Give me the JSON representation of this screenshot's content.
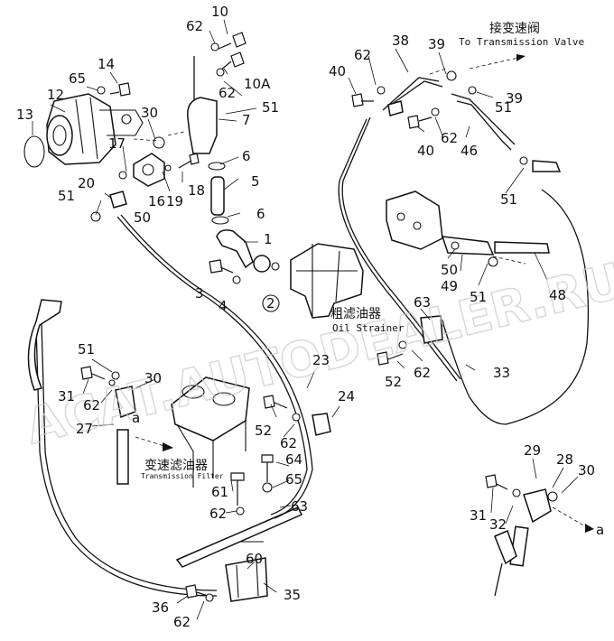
{
  "captions": {
    "to_valve_cn": "接变速阀",
    "to_valve_en": "To Transmission Valve",
    "strainer_cn": "粗滤油器",
    "strainer_en": "Oil Strainer",
    "filter_cn": "变速滤油器",
    "filter_en": "Transmission Filter"
  },
  "watermark": "ACAT.AUTODEALER.RU",
  "marker_a": "a",
  "marker_2": "2",
  "callouts": [
    {
      "id": "c10",
      "text": "10"
    },
    {
      "id": "c62a",
      "text": "62"
    },
    {
      "id": "c10a",
      "text": "10A"
    },
    {
      "id": "c62b",
      "text": "62"
    },
    {
      "id": "c14",
      "text": "14"
    },
    {
      "id": "c65a",
      "text": "65"
    },
    {
      "id": "c12",
      "text": "12"
    },
    {
      "id": "c13",
      "text": "13"
    },
    {
      "id": "c30a",
      "text": "30"
    },
    {
      "id": "c51a",
      "text": "51"
    },
    {
      "id": "c7",
      "text": "7"
    },
    {
      "id": "c17",
      "text": "17"
    },
    {
      "id": "c18",
      "text": "18"
    },
    {
      "id": "c6a",
      "text": "6"
    },
    {
      "id": "c5",
      "text": "5"
    },
    {
      "id": "c20",
      "text": "20"
    },
    {
      "id": "c16",
      "text": "16"
    },
    {
      "id": "c19",
      "text": "19"
    },
    {
      "id": "c51b",
      "text": "51"
    },
    {
      "id": "c50a",
      "text": "50"
    },
    {
      "id": "c6b",
      "text": "6"
    },
    {
      "id": "c1",
      "text": "1"
    },
    {
      "id": "c3",
      "text": "3"
    },
    {
      "id": "c4",
      "text": "4"
    },
    {
      "id": "c38",
      "text": "38"
    },
    {
      "id": "c62c",
      "text": "62"
    },
    {
      "id": "c40a",
      "text": "40"
    },
    {
      "id": "c39a",
      "text": "39"
    },
    {
      "id": "c39b",
      "text": "39"
    },
    {
      "id": "c51c",
      "text": "51"
    },
    {
      "id": "c62d",
      "text": "62"
    },
    {
      "id": "c40b",
      "text": "40"
    },
    {
      "id": "c46",
      "text": "46"
    },
    {
      "id": "c51d",
      "text": "51"
    },
    {
      "id": "c50b",
      "text": "50"
    },
    {
      "id": "c49",
      "text": "49"
    },
    {
      "id": "c51e",
      "text": "51"
    },
    {
      "id": "c48",
      "text": "48"
    },
    {
      "id": "c63a",
      "text": "63"
    },
    {
      "id": "c52a",
      "text": "52"
    },
    {
      "id": "c62e",
      "text": "62"
    },
    {
      "id": "c33",
      "text": "33"
    },
    {
      "id": "c51f",
      "text": "51"
    },
    {
      "id": "c30b",
      "text": "30"
    },
    {
      "id": "c31a",
      "text": "31"
    },
    {
      "id": "c62f",
      "text": "62"
    },
    {
      "id": "c27",
      "text": "27"
    },
    {
      "id": "c23",
      "text": "23"
    },
    {
      "id": "c24",
      "text": "24"
    },
    {
      "id": "c52b",
      "text": "52"
    },
    {
      "id": "c62g",
      "text": "62"
    },
    {
      "id": "c64",
      "text": "64"
    },
    {
      "id": "c65b",
      "text": "65"
    },
    {
      "id": "c61",
      "text": "61"
    },
    {
      "id": "c62h",
      "text": "62"
    },
    {
      "id": "c63b",
      "text": "63"
    },
    {
      "id": "c60",
      "text": "60"
    },
    {
      "id": "c35",
      "text": "35"
    },
    {
      "id": "c36",
      "text": "36"
    },
    {
      "id": "c62i",
      "text": "62"
    },
    {
      "id": "c29",
      "text": "29"
    },
    {
      "id": "c28",
      "text": "28"
    },
    {
      "id": "c30c",
      "text": "30"
    },
    {
      "id": "c31b",
      "text": "31"
    },
    {
      "id": "c32",
      "text": "32"
    }
  ]
}
